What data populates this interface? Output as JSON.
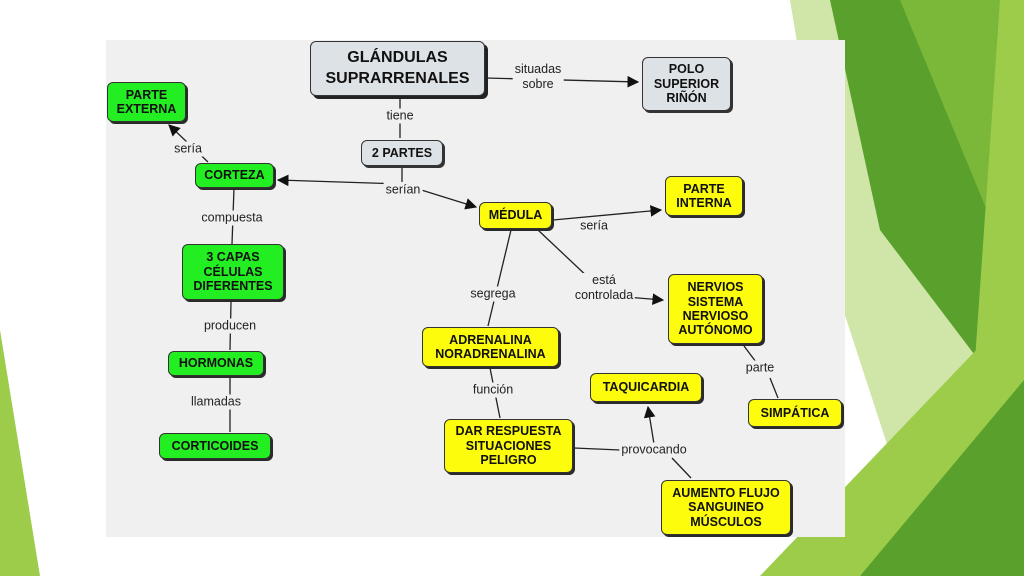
{
  "slide": {
    "theme_colors": {
      "green_dark": "#5aa02c",
      "green_light": "#9ccc4a",
      "green_pale": "#cfe6a8"
    }
  },
  "concept_map": {
    "nodes": {
      "glandulas": "GLÁNDULAS\nSUPRARRENALES",
      "polo": "POLO\nSUPERIOR\nRIÑÓN",
      "dos_partes": "2 PARTES",
      "parte_externa": "PARTE\nEXTERNA",
      "corteza": "CORTEZA",
      "medula": "MÉDULA",
      "parte_interna": "PARTE\nINTERNA",
      "capas": "3 CAPAS\nCÉLULAS\nDIFERENTES",
      "hormonas": "HORMONAS",
      "corticoides": "CORTICOIDES",
      "adrenalina": "ADRENALINA\nNORADRENALINA",
      "nervios": "NERVIOS\nSISTEMA\nNERVIOSO\nAUTÓNOMO",
      "simpatica": "SIMPÁTICA",
      "dar_respuesta": "DAR RESPUESTA\nSITUACIONES\nPELIGRO",
      "taquicardia": "TAQUICARDIA",
      "aumento": "AUMENTO FLUJO\nSANGUINEO\nMÚSCULOS"
    },
    "links": {
      "situadas_sobre": "situadas\nsobre",
      "tiene": "tiene",
      "seria_1": "sería",
      "serian": "serían",
      "seria_2": "sería",
      "compuesta": "compuesta",
      "producen": "producen",
      "llamadas": "llamadas",
      "segrega": "segrega",
      "esta_controlada": "está\ncontrolada",
      "parte": "parte",
      "funcion": "función",
      "provocando": "provocando"
    },
    "colors": {
      "green_node": "#22ee22",
      "yellow_node": "#fcfc0c",
      "gray_node": "#dde2e6",
      "background": "#f0f0f0"
    }
  }
}
